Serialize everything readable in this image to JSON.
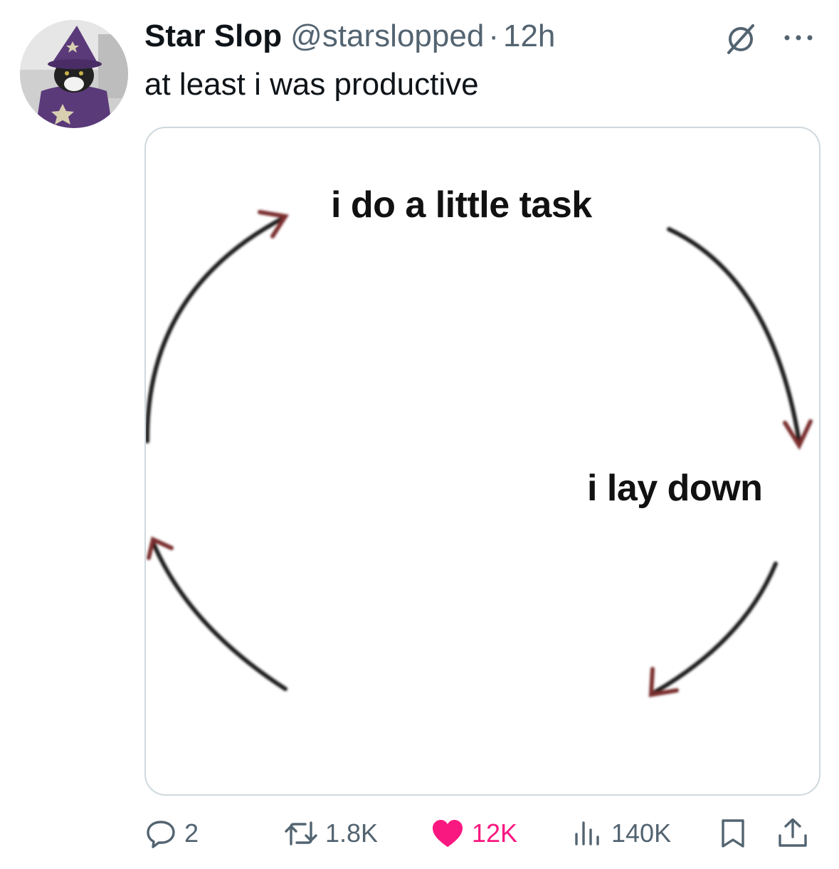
{
  "post": {
    "author": {
      "display_name": "Star Slop",
      "handle": "@starslopped",
      "separator": "·",
      "time": "12h",
      "avatar": "avatar-cat-wizard"
    },
    "text": "at least i was productive",
    "media": {
      "type": "meme-cycle-diagram",
      "labels": {
        "top": "i do a little task",
        "right": "i lay down"
      }
    },
    "actions": {
      "replies": "2",
      "reposts": "1.8K",
      "likes": "12K",
      "views": "140K"
    },
    "icons": {
      "grok": "grok-icon",
      "more": "more-icon",
      "reply": "reply-icon",
      "repost": "repost-icon",
      "like": "heart-icon",
      "views": "views-icon",
      "bookmark": "bookmark-icon",
      "share": "share-icon"
    },
    "colors": {
      "text": "#0f1419",
      "secondary": "#536471",
      "like": "#f91880",
      "border": "#cfd9de"
    }
  }
}
